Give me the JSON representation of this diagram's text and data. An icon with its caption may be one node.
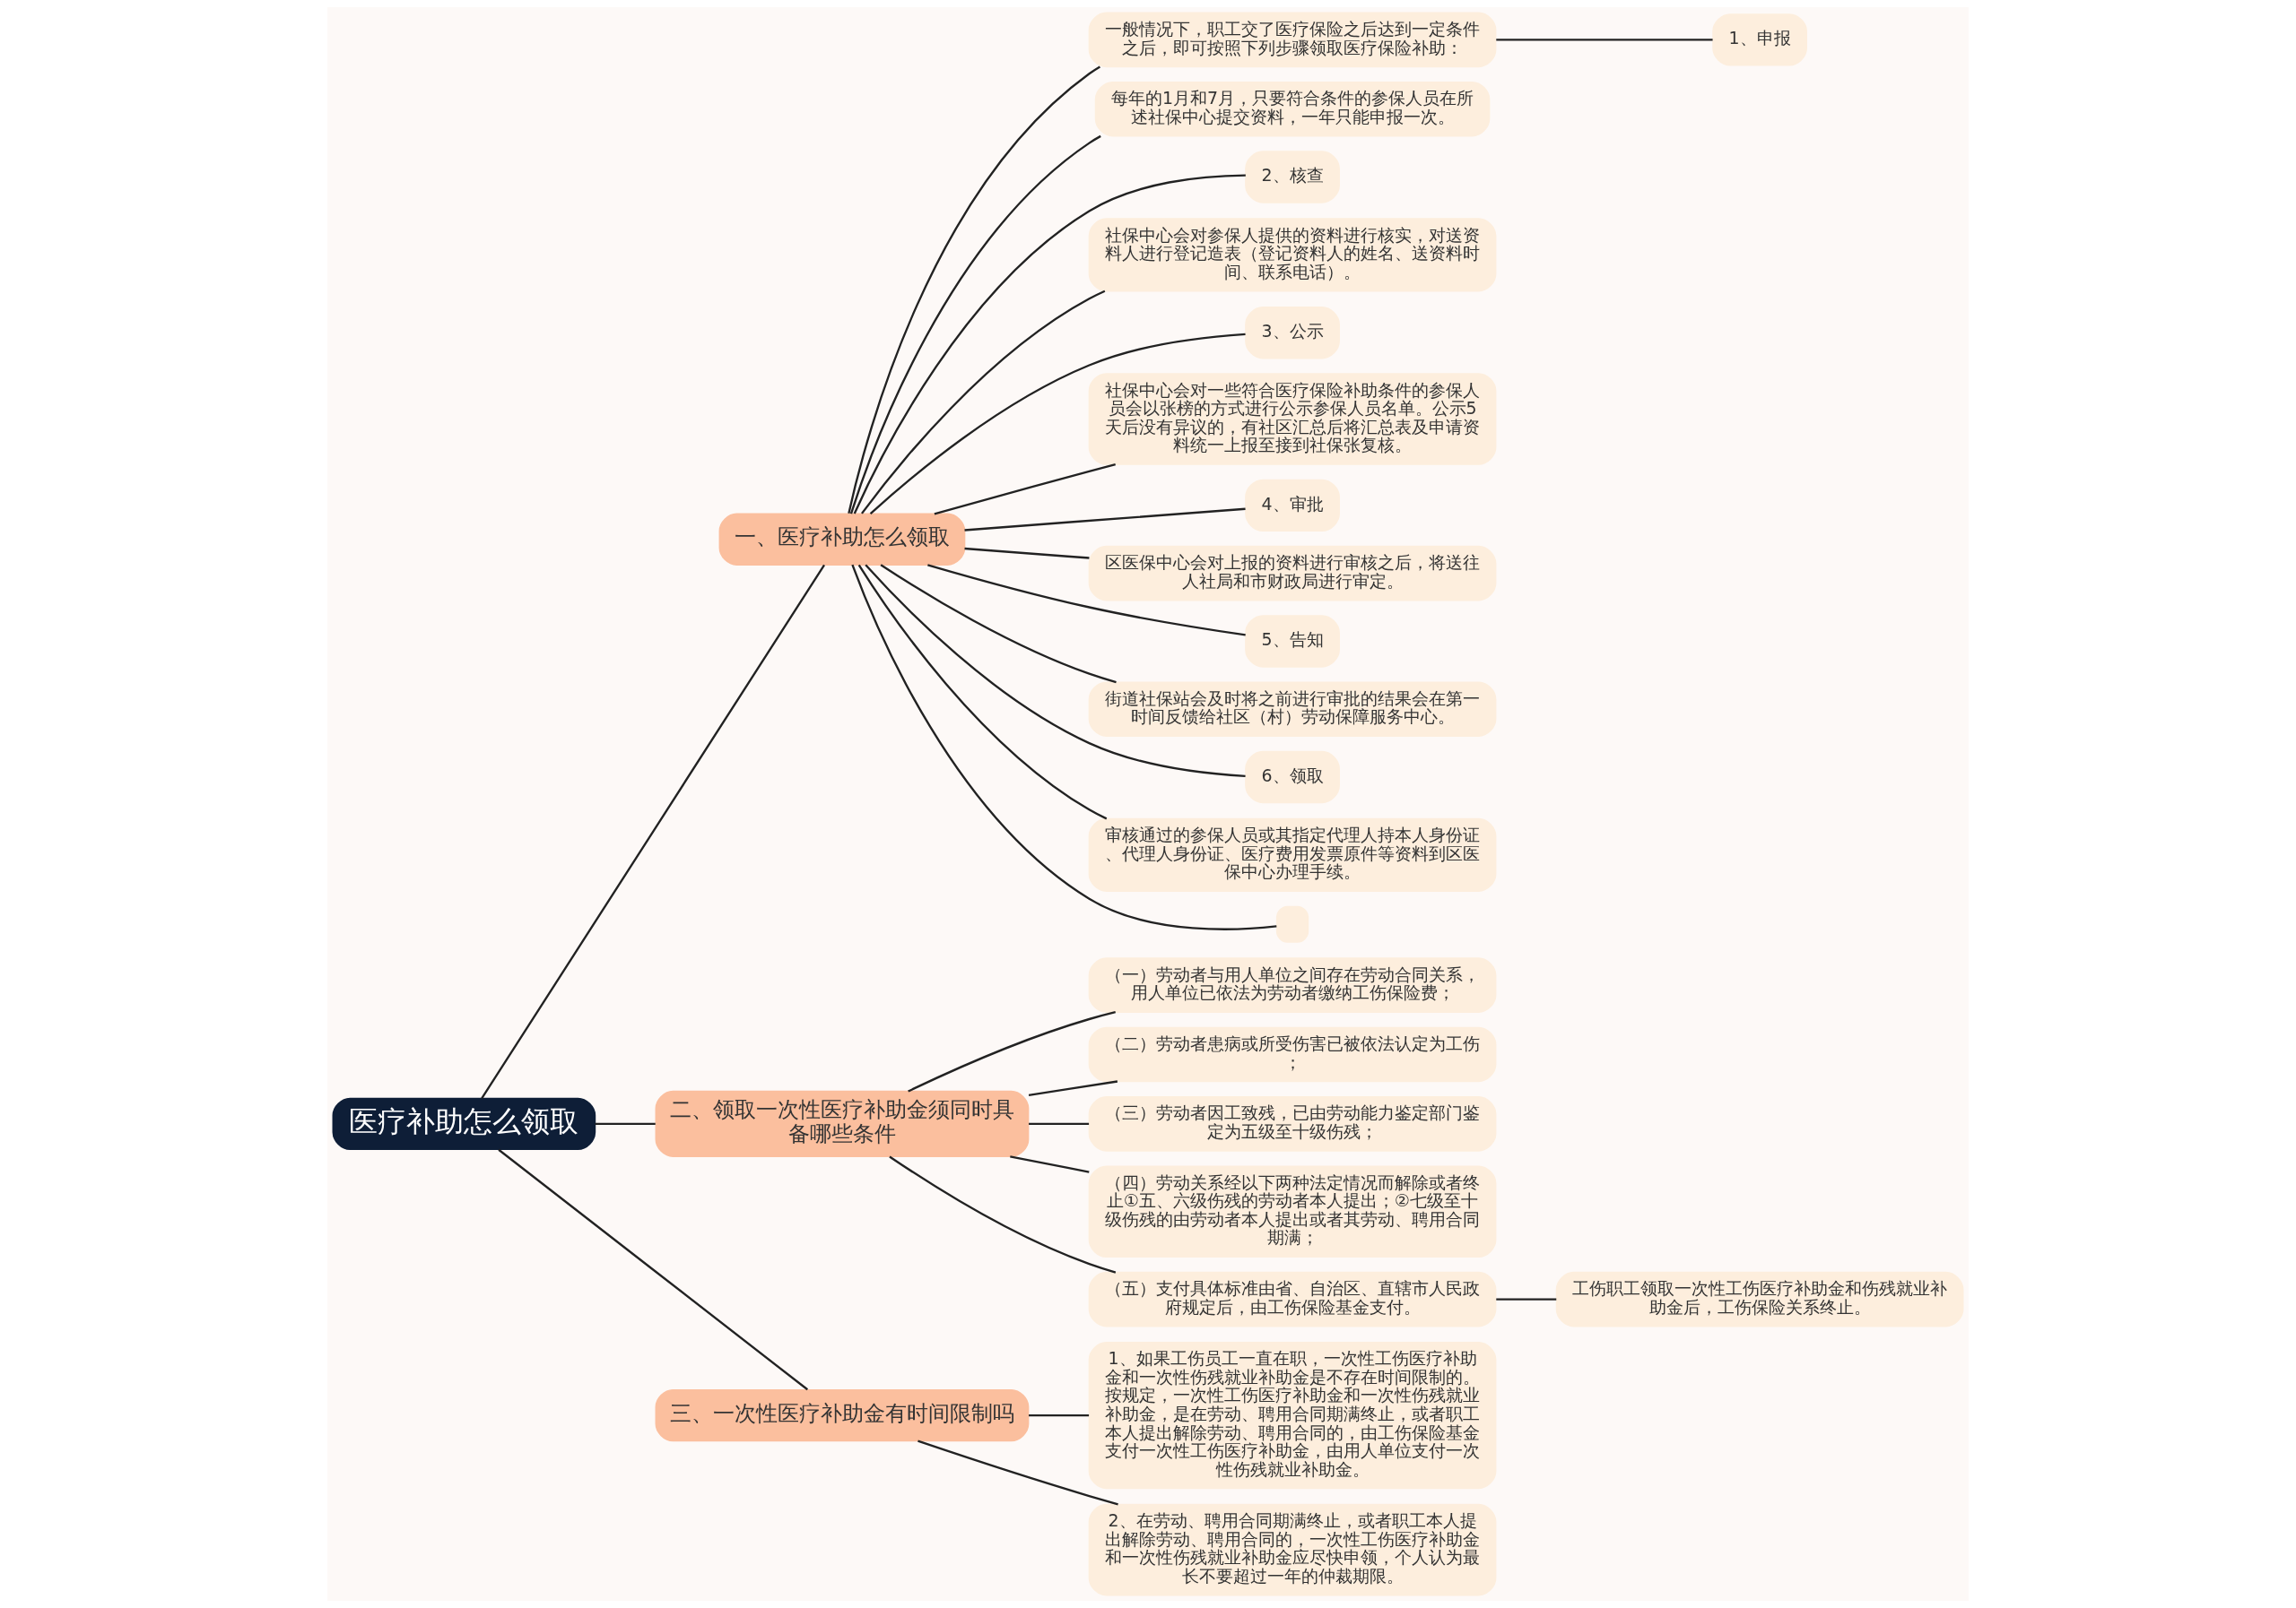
{
  "diagram": {
    "nodes": [
      {
        "text": [
          "医疗补助怎么领取"
        ]
      },
      {
        "text": [
          "一、医疗补助怎么领取"
        ]
      },
      {
        "text": [
          "一般情况下，职工交了医疗保险之后达到一定条件之后，即可按照下列步骤领取医疗保险补助："
        ]
      },
      {
        "text": [
          "1、申报"
        ]
      },
      {
        "text": [
          "每年的1月和7月，只要符合条件的参保人员在所述社保中心提交资料，一年只能申报一次。"
        ]
      },
      {
        "text": [
          "2、核查"
        ]
      },
      {
        "text": [
          "社保中心会对参保人提供的资料进行核实，对送资料人进行登记造表（登记资料人的姓名、送资料时间、联系电话）。"
        ]
      },
      {
        "text": [
          "3、公示"
        ]
      },
      {
        "text": [
          "社保中心会对一些符合医疗保险补助条件的参保人员会以张榜的方式进行公示参保人员名单。公示5天后没有异议的，有社区汇总后将汇总表及申请资料统一上报至接到社保张复核。"
        ]
      },
      {
        "text": [
          "4、审批"
        ]
      },
      {
        "text": [
          "区医保中心会对上报的资料进行审核之后，将送往人社局和市财政局进行审定。"
        ]
      },
      {
        "text": [
          "5、告知"
        ]
      },
      {
        "text": [
          "街道社保站会及时将之前进行审批的结果会在第一时间反馈给社区（村）劳动保障服务中心。"
        ]
      },
      {
        "text": [
          "6、领取"
        ]
      },
      {
        "text": [
          "审核通过的参保人员或其指定代理人持本人身份证、代理人身份证、医疗费用发票原件等资料到区医保中心办理手续。"
        ]
      },
      {
        "text": [],
        "shape": "box"
      },
      {
        "text": [
          "二、领取一次性医疗补助金须同时具备哪些条件"
        ]
      },
      {
        "text": [
          "（一）劳动者与用人单位之间存在劳动合同关系，用人单位已依法为劳动者缴纳工伤保险费；"
        ]
      },
      {
        "text": [
          "（二）劳动者患病或所受伤害已被依法认定为工伤；"
        ]
      },
      {
        "text": [
          "（三）劳动者因工致残，已由劳动能力鉴定部门鉴定为五级至十级伤残；"
        ]
      },
      {
        "text": [
          "（四）劳动关系经以下两种法定情况而解除或者终止①五、六级伤残的劳动者本人提出；②七级至十级伤残的由劳动者本人提出或者其劳动、聘用合同期满；"
        ]
      },
      {
        "text": [
          "（五）支付具体标准由省、自治区、直辖市人民政府规定后，由工伤保险基金支付。"
        ]
      },
      {
        "text": [
          "工伤职工领取一次性工伤医疗补助金和伤残就业补助金后，工伤保险关系终止。"
        ]
      },
      {
        "text": [
          "三、一次性医疗补助金有时间限制吗"
        ]
      },
      {
        "text": [
          "1、如果工伤员工一直在职，一次性工伤医疗补助金和一次性伤残就业补助金是不存在时间限制的。按规定，一次性工伤医疗补助金和一次性伤残就业补助金，是在劳动、聘用合同期满终止，或者职工本人提出解除劳动、聘用合同的，由工伤保险基金支付一次性工伤医疗补助金，由用人单位支付一次性伤残就业补助金。"
        ]
      },
      {
        "text": [
          "2、在劳动、聘用合同期满终止，或者职工本人提出解除劳动、聘用合同的，一次性工伤医疗补助金和一次性伤残就业补助金应尽快申领，个人认为最长不要超过一年的仲裁期限。"
        ]
      }
    ],
    "edges": [
      {
        "from": 0,
        "to": 1,
        "arrow": "none"
      },
      {
        "from": 1,
        "to": 2,
        "arrow": "none"
      },
      {
        "from": 2,
        "to": 3,
        "arrow": "none"
      },
      {
        "from": 1,
        "to": 4,
        "arrow": "none"
      },
      {
        "from": 1,
        "to": 5,
        "arrow": "none"
      },
      {
        "from": 1,
        "to": 6,
        "arrow": "none"
      },
      {
        "from": 1,
        "to": 7,
        "arrow": "none"
      },
      {
        "from": 1,
        "to": 8,
        "arrow": "none"
      },
      {
        "from": 1,
        "to": 9,
        "arrow": "none"
      },
      {
        "from": 1,
        "to": 10,
        "arrow": "none"
      },
      {
        "from": 1,
        "to": 11,
        "arrow": "none"
      },
      {
        "from": 1,
        "to": 12,
        "arrow": "none"
      },
      {
        "from": 1,
        "to": 13,
        "arrow": "none"
      },
      {
        "from": 1,
        "to": 14,
        "arrow": "none"
      },
      {
        "from": 1,
        "to": 15,
        "arrow": "none"
      },
      {
        "from": 0,
        "to": 16,
        "arrow": "none"
      },
      {
        "from": 16,
        "to": 17,
        "arrow": "none"
      },
      {
        "from": 16,
        "to": 18,
        "arrow": "none"
      },
      {
        "from": 16,
        "to": 19,
        "arrow": "none"
      },
      {
        "from": 16,
        "to": 20,
        "arrow": "none"
      },
      {
        "from": 16,
        "to": 21,
        "arrow": "none"
      },
      {
        "from": 21,
        "to": 22,
        "arrow": "none"
      },
      {
        "from": 0,
        "to": 23,
        "arrow": "none"
      },
      {
        "from": 23,
        "to": 24,
        "arrow": "none"
      },
      {
        "from": 23,
        "to": 25,
        "arrow": "none"
      }
    ]
  }
}
